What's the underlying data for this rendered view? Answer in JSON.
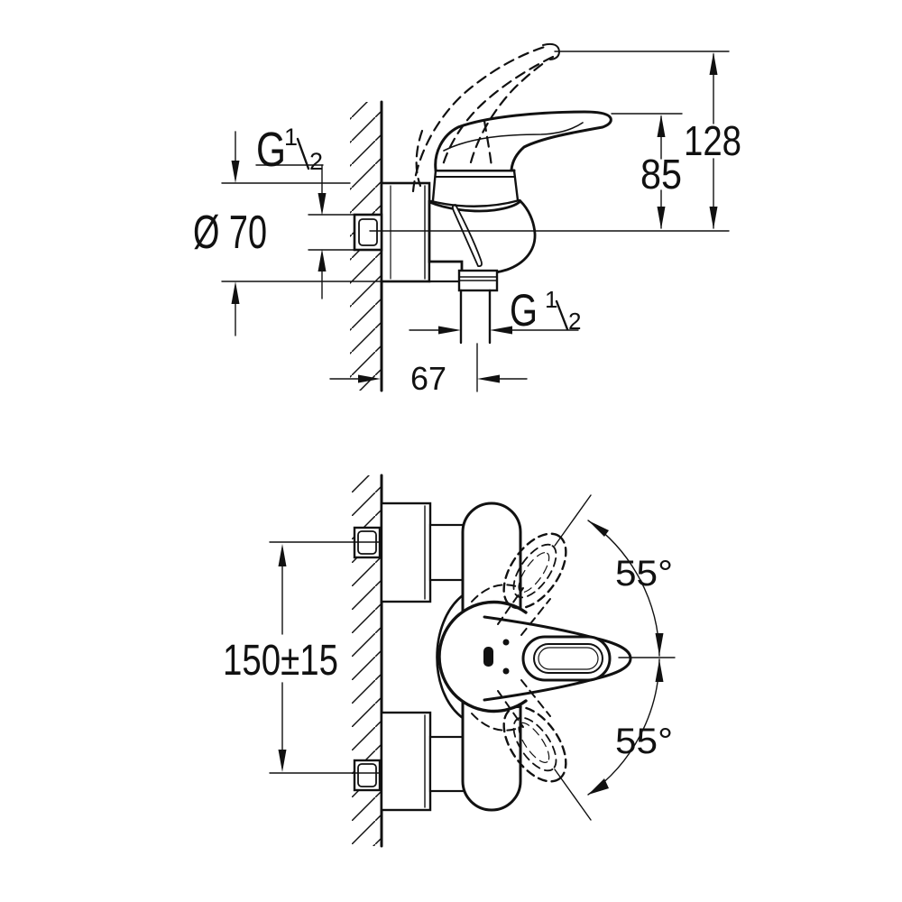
{
  "drawing": {
    "side_view": {
      "thread_top": {
        "g": "G",
        "numerator": "1",
        "slash": "/",
        "denominator": "2"
      },
      "diameter": "Ø 70",
      "height_total": "128",
      "height_to_handle": "85",
      "thread_bottom": {
        "g": "G",
        "numerator": "1",
        "slash": "/",
        "denominator": "2"
      },
      "outlet_offset": "67"
    },
    "front_view": {
      "inlet_spacing": "150±15",
      "swing_angle_up": "55°",
      "swing_angle_down": "55°"
    },
    "colors": {
      "ink": "#111111",
      "paper": "#ffffff"
    }
  }
}
